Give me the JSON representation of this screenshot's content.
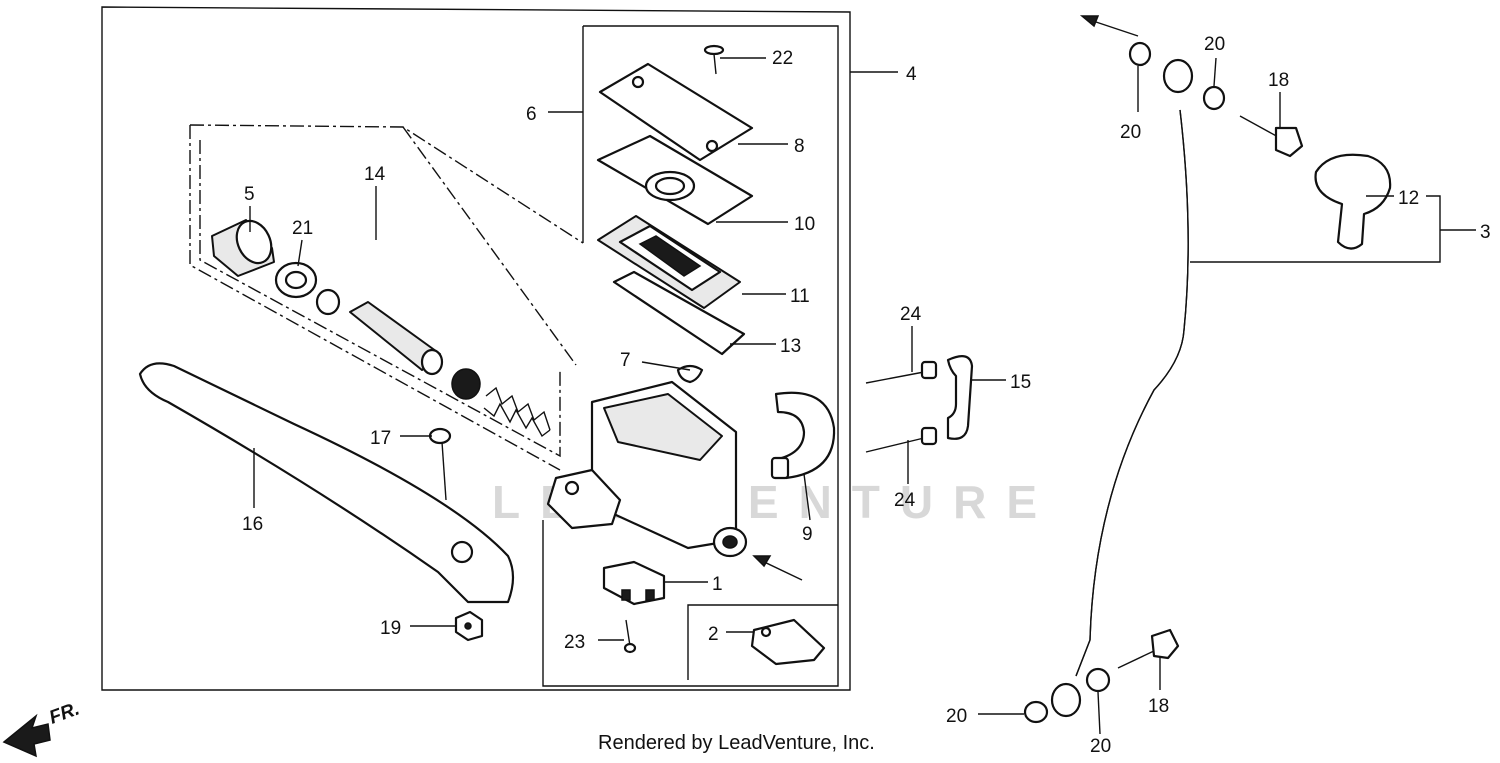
{
  "title": "",
  "watermark_text": "LEADVENTURE",
  "footer": "Rendered by LeadVenture, Inc.",
  "direction_label": "FR.",
  "callouts": [
    {
      "id": "c1",
      "label": "1"
    },
    {
      "id": "c2",
      "label": "2"
    },
    {
      "id": "c3",
      "label": "3"
    },
    {
      "id": "c4",
      "label": "4"
    },
    {
      "id": "c5",
      "label": "5"
    },
    {
      "id": "c6",
      "label": "6"
    },
    {
      "id": "c7",
      "label": "7"
    },
    {
      "id": "c8",
      "label": "8"
    },
    {
      "id": "c9",
      "label": "9"
    },
    {
      "id": "c10",
      "label": "10"
    },
    {
      "id": "c11",
      "label": "11"
    },
    {
      "id": "c12",
      "label": "12"
    },
    {
      "id": "c13",
      "label": "13"
    },
    {
      "id": "c14",
      "label": "14"
    },
    {
      "id": "c15",
      "label": "15"
    },
    {
      "id": "c16",
      "label": "16"
    },
    {
      "id": "c17",
      "label": "17"
    },
    {
      "id": "c18a",
      "label": "18"
    },
    {
      "id": "c18b",
      "label": "18"
    },
    {
      "id": "c19",
      "label": "19"
    },
    {
      "id": "c20a",
      "label": "20"
    },
    {
      "id": "c20b",
      "label": "20"
    },
    {
      "id": "c20c",
      "label": "20"
    },
    {
      "id": "c20d",
      "label": "20"
    },
    {
      "id": "c21",
      "label": "21"
    },
    {
      "id": "c22",
      "label": "22"
    },
    {
      "id": "c23",
      "label": "23"
    },
    {
      "id": "c24a",
      "label": "24"
    },
    {
      "id": "c24b",
      "label": "24"
    }
  ]
}
